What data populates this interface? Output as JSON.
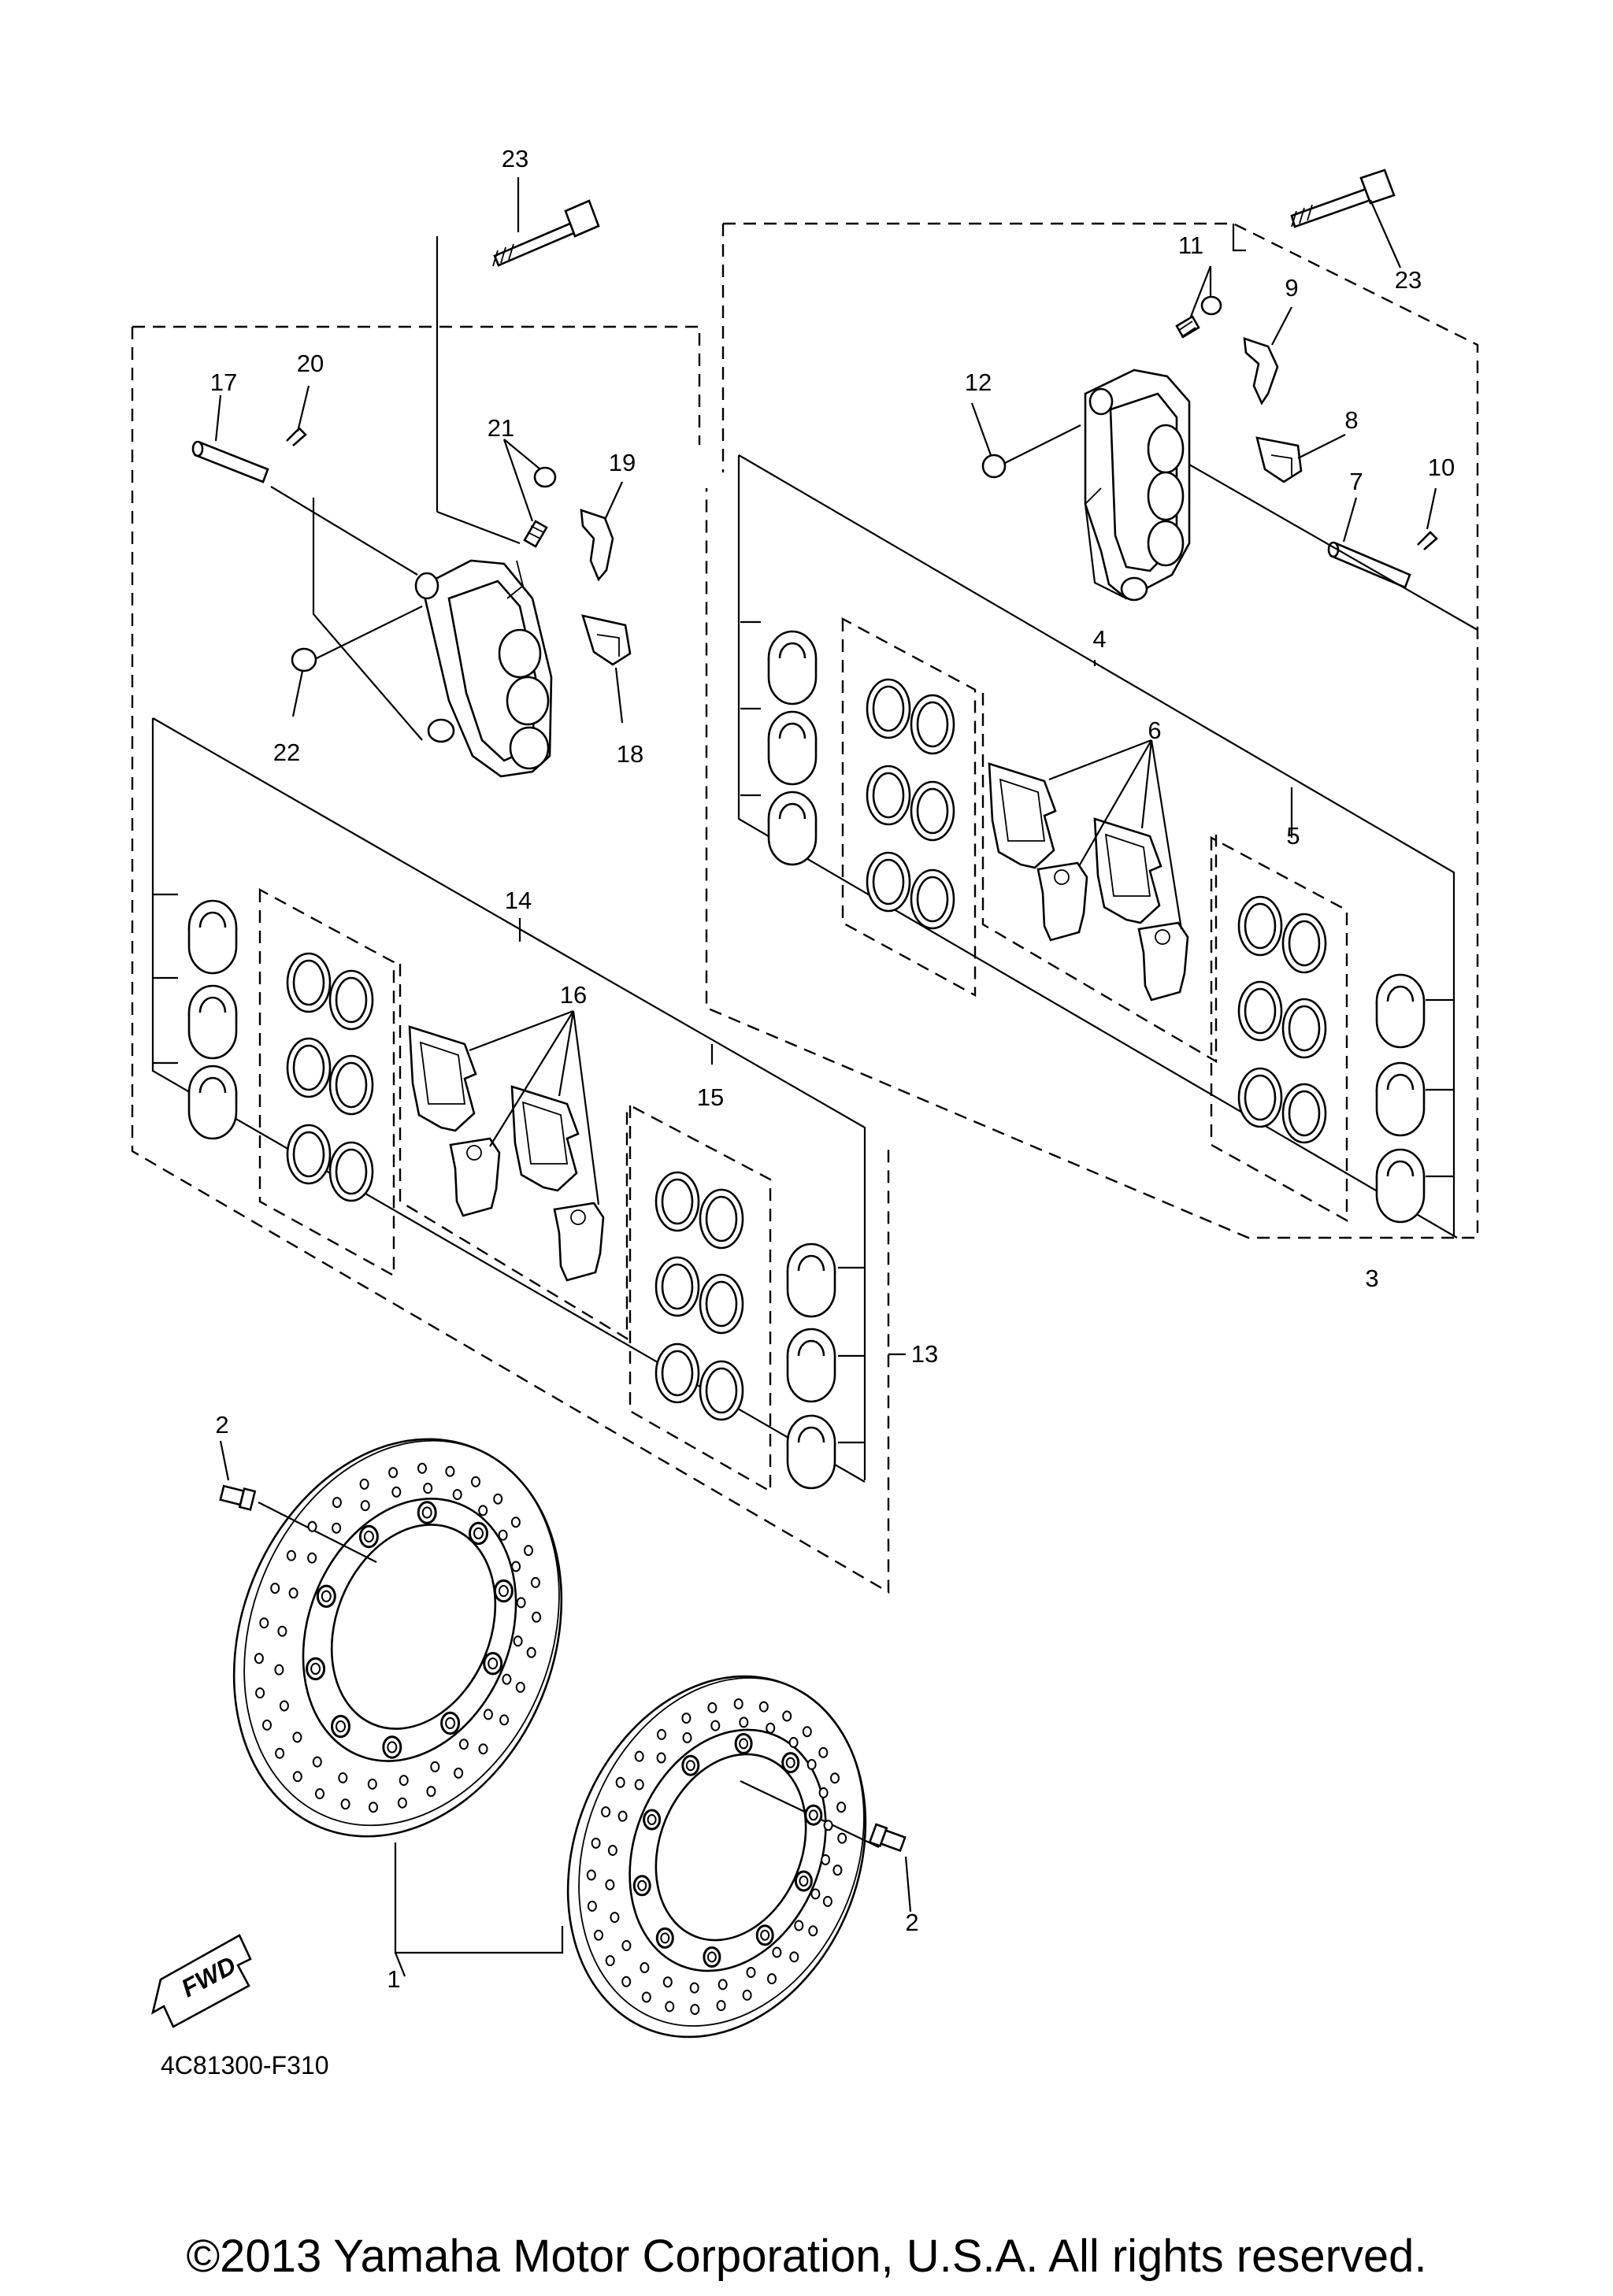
{
  "diagram": {
    "drawing_code": "4C81300-F310",
    "fwd_arrow_label": "FWD",
    "callouts": {
      "c1": "1",
      "c2a": "2",
      "c2b": "2",
      "c3": "3",
      "c4": "4",
      "c5": "5",
      "c6": "6",
      "c7": "7",
      "c8": "8",
      "c9": "9",
      "c10": "10",
      "c11": "11",
      "c12": "12",
      "c13": "13",
      "c14": "14",
      "c15": "15",
      "c16": "16",
      "c17": "17",
      "c18": "18",
      "c19": "19",
      "c20": "20",
      "c21": "21",
      "c22": "22",
      "c23a": "23",
      "c23b": "23"
    }
  },
  "footer": {
    "copyright": "©2013 Yamaha Motor Corporation, U.S.A. All rights reserved."
  }
}
